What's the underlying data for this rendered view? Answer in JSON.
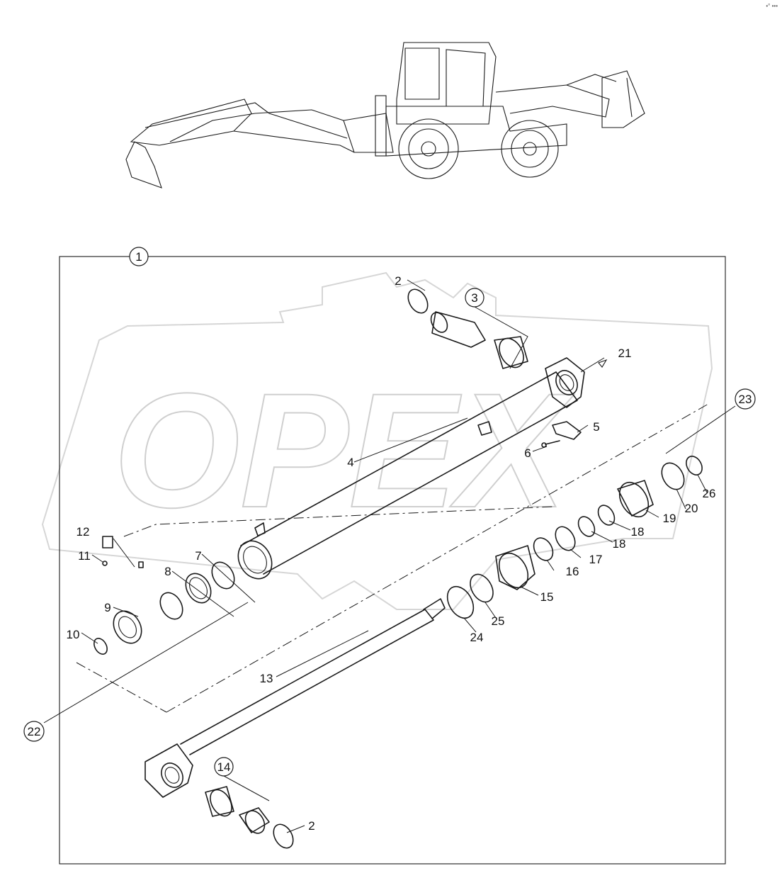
{
  "watermark": {
    "text": "OPEX"
  },
  "corner_mark": "•° •••",
  "callouts": {
    "c1": "1",
    "c2a": "2",
    "c2b": "2",
    "c3": "3",
    "c4": "4",
    "c5": "5",
    "c6": "6",
    "c7": "7",
    "c8": "8",
    "c9": "9",
    "c10": "10",
    "c11": "11",
    "c12": "12",
    "c13": "13",
    "c14": "14",
    "c15": "15",
    "c16": "16",
    "c17": "17",
    "c18a": "18",
    "c18b": "18",
    "c19": "19",
    "c20": "20",
    "c21": "21",
    "c22": "22",
    "c23": "23",
    "c24": "24",
    "c25": "25",
    "c26": "26"
  }
}
